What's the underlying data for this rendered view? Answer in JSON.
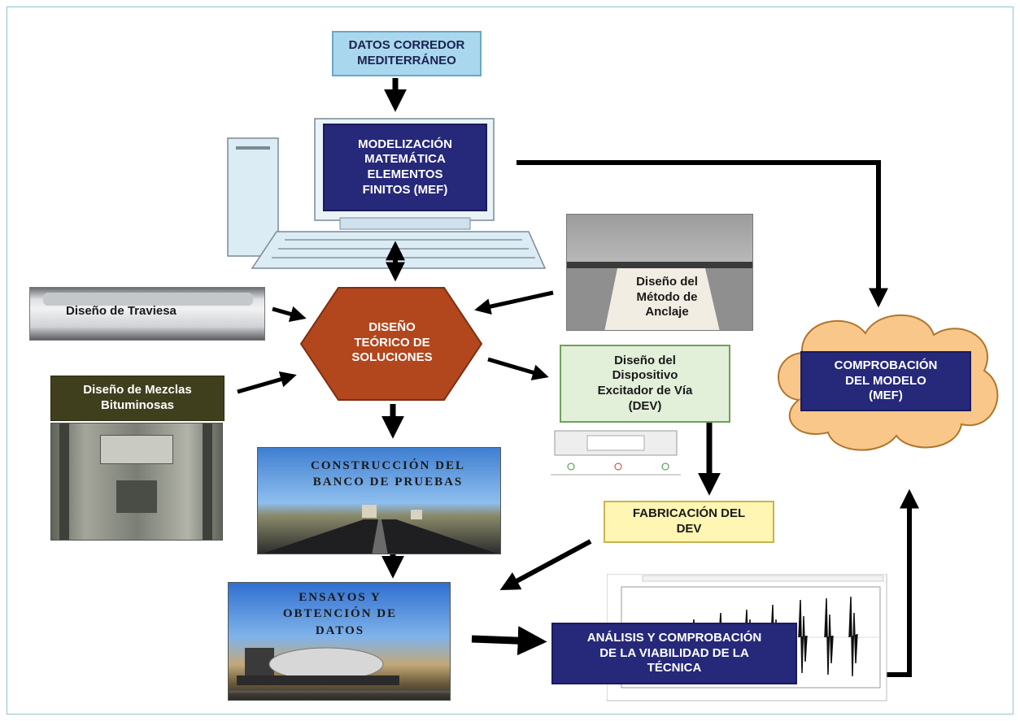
{
  "nodes": {
    "datos": "DATOS CORREDOR\nMEDITERRÁNEO",
    "mef": "MODELIZACIÓN\nMATEMÁTICA\nELEMENTOS\nFINITOS (MEF)",
    "diseno_teorico": "DISEÑO\nTEÓRICO DE\nSOLUCIONES",
    "traviesa": "Diseño de Traviesa",
    "anclaje": "Diseño del\nMétodo de\nAnclaje",
    "mezclas": "Diseño de Mezclas\nBituminosas",
    "dev": "Diseño del\nDispositivo\nExcitador de Vía\n(DEV)",
    "construccion": "CONSTRUCCIÓN DEL\nBANCO DE PRUEBAS",
    "fabricacion": "FABRICACIÓN DEL\nDEV",
    "ensayos": "ENSAYOS Y\nOBTENCIÓN DE\nDATOS",
    "analisis": "ANÁLISIS Y COMPROBACIÓN\nDE LA VIABILIDAD DE LA\nTÉCNICA",
    "comprobacion": "COMPROBACIÓN\nDEL MODELO\n(MEF)"
  },
  "colors": {
    "navy": "#26287a",
    "light_blue": "#a9d7ee",
    "hexagon": "#b2461c",
    "olive": "#3f3f1e",
    "light_green": "#e2efd9",
    "light_yellow": "#fff6b4",
    "cloud": "#f9c78a"
  }
}
